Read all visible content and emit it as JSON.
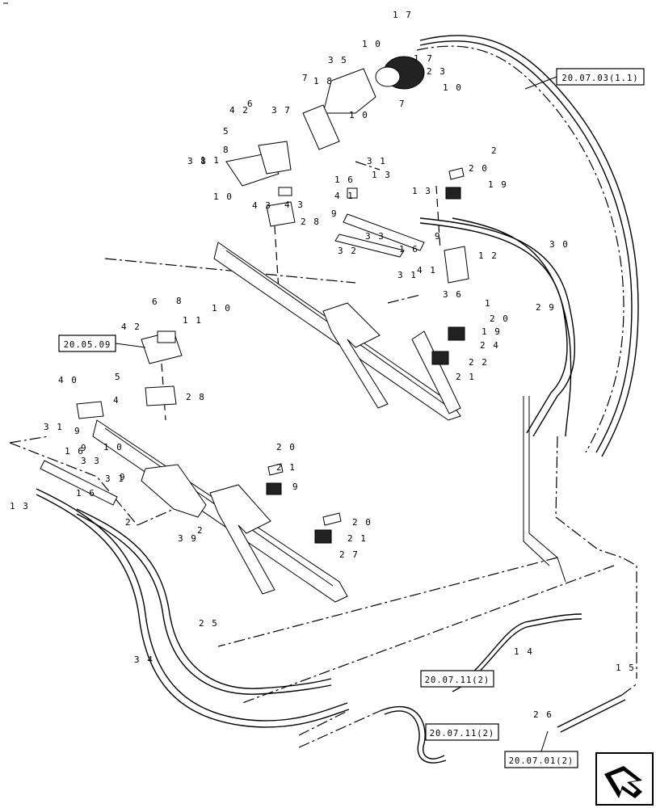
{
  "diagram": {
    "reference_boxes": [
      {
        "id": "ref-20-07-03",
        "text": "20.07.03(1.1)"
      },
      {
        "id": "ref-20-05-09",
        "text": "20.05.09"
      },
      {
        "id": "ref-20-07-11-a",
        "text": "20.07.11(2)"
      },
      {
        "id": "ref-20-07-11-b",
        "text": "20.07.11(2)"
      },
      {
        "id": "ref-20-07-01",
        "text": "20.07.01(2)"
      }
    ],
    "callouts": [
      "17",
      "17",
      "23",
      "10",
      "35",
      "10",
      "7",
      "18",
      "42",
      "6",
      "37",
      "10",
      "7",
      "5",
      "8",
      "11",
      "38",
      "10",
      "43",
      "43",
      "28",
      "2",
      "20",
      "19",
      "16",
      "31",
      "41",
      "13",
      "13",
      "9",
      "33",
      "32",
      "16",
      "9",
      "31",
      "41",
      "12",
      "36",
      "30",
      "29",
      "6",
      "8",
      "10",
      "42",
      "11",
      "1",
      "20",
      "19",
      "24",
      "22",
      "21",
      "5",
      "28",
      "40",
      "4",
      "31",
      "9",
      "9",
      "16",
      "10",
      "33",
      "13",
      "16",
      "31",
      "9",
      "2",
      "20",
      "21",
      "9",
      "39",
      "2",
      "20",
      "21",
      "27",
      "25",
      "34",
      "14",
      "15",
      "26"
    ],
    "nav_icon": "next-page-arrow-icon"
  }
}
